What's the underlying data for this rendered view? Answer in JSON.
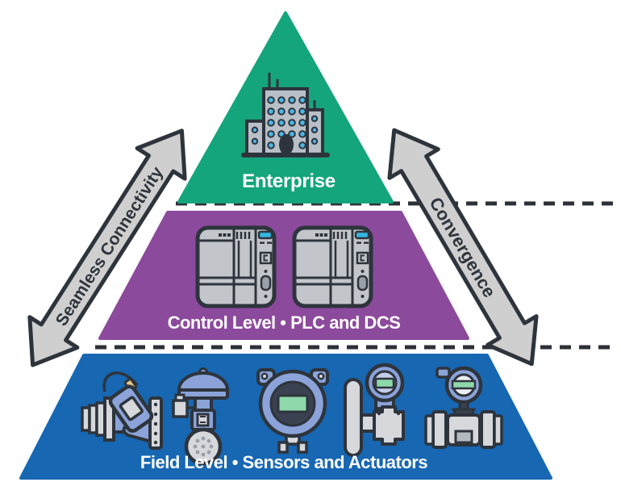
{
  "diagram": {
    "type": "automation-pyramid",
    "levels": [
      {
        "name": "enterprise",
        "label": "Enterprise",
        "color": "#14a57c",
        "icons": [
          "office-building"
        ]
      },
      {
        "name": "control",
        "label": "Control Level • PLC and DCS",
        "color": "#8c4a9c",
        "icons": [
          "plc-dcs-controller",
          "plc-dcs-controller"
        ]
      },
      {
        "name": "field",
        "label": "Field Level • Sensors and Actuators",
        "color": "#1767b2",
        "icons": [
          "valve-with-clamp-on-transmitter",
          "control-valve-actuator",
          "pressure-transmitter",
          "orifice-plate-transmitter",
          "magnetic-flow-meter"
        ]
      }
    ],
    "arrows": [
      {
        "name": "left-arrow",
        "label": "Seamless Connectivity",
        "style": "double-headed"
      },
      {
        "name": "right-arrow",
        "label": "Convergence",
        "style": "double-headed"
      }
    ],
    "separators": [
      {
        "name": "enterprise-control-boundary",
        "style": "dashed"
      },
      {
        "name": "control-field-boundary",
        "style": "dashed"
      }
    ],
    "colors": {
      "enterprise": "#14a57c",
      "control": "#8c4a9c",
      "field": "#1767b2",
      "arrow_fill": "#cfcfcf",
      "outline": "#2e343c",
      "dash": "#2c3137",
      "label_text": "#ffffff",
      "screen_cyan": "#35b6e3",
      "screen_green": "#8ed8ab",
      "device_periwinkle": "#8ba3d9",
      "device_gray": "#d6d8dc"
    }
  }
}
